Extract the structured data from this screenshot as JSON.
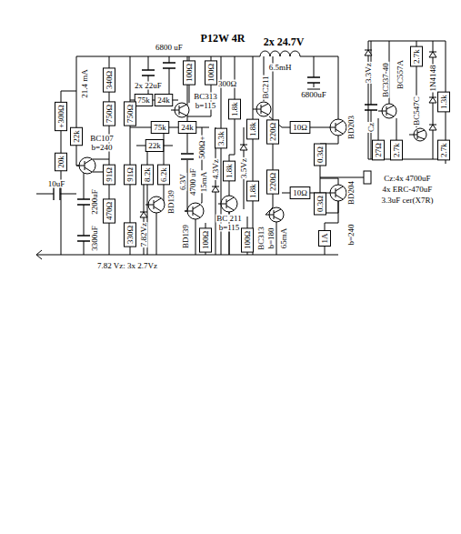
{
  "diagram": {
    "title": "P12W 4R",
    "labels": [
      "2x 24.7V",
      "21.4 mA",
      "340Ω",
      "6800 uF",
      "300Ω",
      "100Ω",
      "100Ω",
      "2x 22uF",
      "75k",
      "24k",
      "75k",
      "24k",
      "BC313",
      "b=115",
      "BC211",
      "6.5mH",
      "6800uF",
      "BD203",
      "10Ω",
      "0.3Ω",
      "0.3Ω",
      "750Ω",
      "750Ω",
      "+300Ω",
      "22k",
      "20k",
      "BC107",
      "b=240",
      "91Ω",
      "91Ω",
      "22k",
      "8.2k",
      "6.2k",
      "2200uF",
      "470Ω",
      "3300uF",
      "330Ω",
      "7.82Vz",
      "BD139",
      "10uF",
      "500Ω+",
      "6.3V",
      "4700 uF",
      "15mA",
      "4.3Vz",
      "3.3k",
      "1.8k",
      "1.8k",
      "1.8k",
      "1.8k",
      "3.5Vz",
      "220Ω",
      "220Ω",
      "BC 211",
      "b=115",
      "BD139",
      "100Ω",
      "100Ω",
      "BC313",
      "b=180",
      "65mA",
      "10Ω",
      "BD204",
      "b=240",
      "1A",
      "7.82 Vz: 3x 2.7Vz",
      "3.3Vz",
      "BC337-40",
      "BC557A",
      "2.7k",
      "1N4148",
      "BC547C",
      "1.3k",
      "Cz",
      "27Ω",
      "2.7k",
      "2.7k",
      "Cz:4x 4700uF",
      "4x ERC-470uF",
      "3.3uF cer(X7R)"
    ]
  }
}
